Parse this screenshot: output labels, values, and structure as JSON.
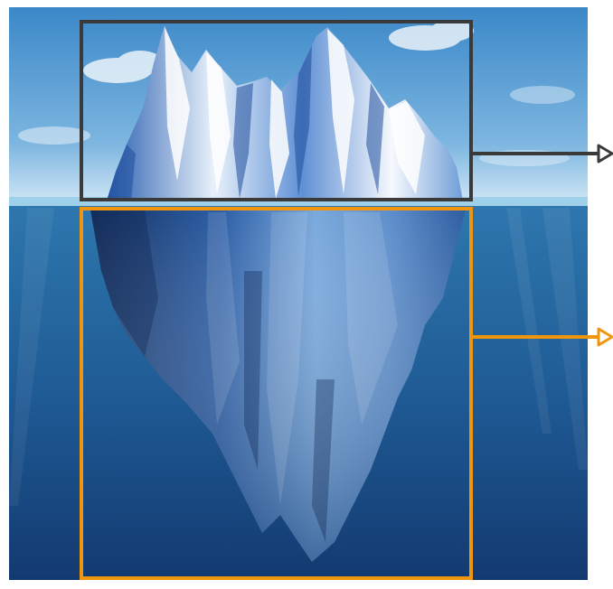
{
  "diagram": {
    "subject": "iceberg",
    "regions": [
      {
        "id": "above-water",
        "frame_color": "#3a3a3a",
        "arrow_color": "#3a3a3a"
      },
      {
        "id": "below-water",
        "frame_color": "#f0960e",
        "arrow_color": "#f0960e"
      }
    ],
    "colors": {
      "sky_top": "#3b88c8",
      "sky_bottom": "#cfe6f5",
      "horizon": "#8ec7e6",
      "sea_top": "#2a6fa6",
      "sea_bottom": "#123a6e",
      "ice_light": "#f4f8fc",
      "ice_mid": "#8db7e2",
      "ice_dark": "#1f4e9c"
    }
  }
}
